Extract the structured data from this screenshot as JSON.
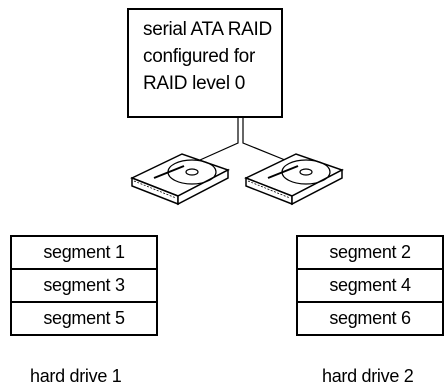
{
  "controller": {
    "lines": [
      "serial ATA RAID",
      "configured for",
      "RAID level 0"
    ]
  },
  "drives": [
    {
      "label": "hard drive 1",
      "segments": [
        "segment 1",
        "segment 3",
        "segment 5"
      ]
    },
    {
      "label": "hard drive 2",
      "segments": [
        "segment 2",
        "segment 4",
        "segment 6"
      ]
    }
  ]
}
